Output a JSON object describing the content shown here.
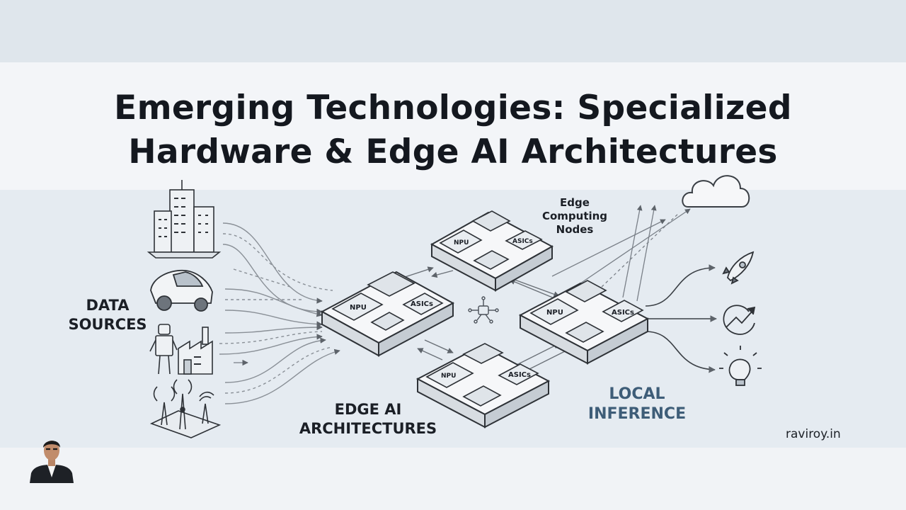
{
  "title": {
    "line1": "Emerging Technologies: Specialized",
    "line2": "Hardware & Edge AI Architectures"
  },
  "labels": {
    "data_sources": [
      "DATA",
      "SOURCES"
    ],
    "edge_ai": [
      "EDGE AI",
      "ARCHITECTURES"
    ],
    "edge_nodes": [
      "Edge",
      "Computing",
      "Nodes"
    ],
    "local_inference": [
      "LOCAL",
      "INFERENCE"
    ]
  },
  "chip_labels": {
    "npu": "NPU",
    "asics": "ASICs"
  },
  "brand": "raviroy.in",
  "icons": [
    "city-buildings-icon",
    "car-icon",
    "robot-factory-icon",
    "antenna-tower-icon",
    "cloud-icon",
    "rocket-icon",
    "growth-arrow-icon",
    "lightbulb-icon",
    "ai-chip-network-icon"
  ],
  "colors": {
    "ink": "#1b1f26",
    "local_inference": "#3e5d78",
    "lines": "#6b7178"
  }
}
